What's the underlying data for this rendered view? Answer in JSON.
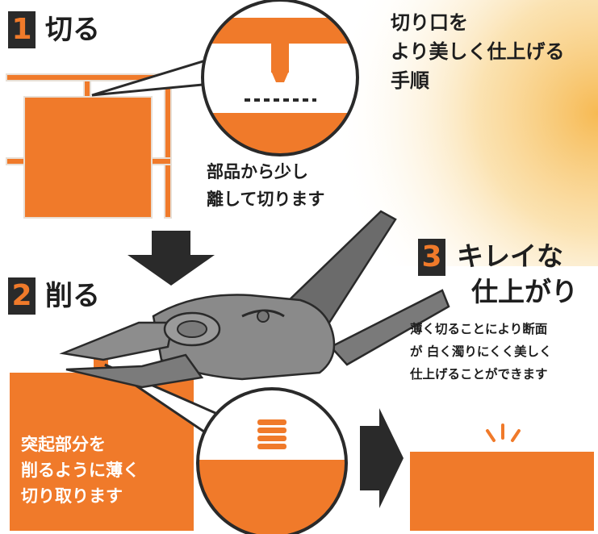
{
  "colors": {
    "accent": "#f07a2a",
    "dark": "#2a2a2a",
    "highlight": "#f8c878"
  },
  "heading": {
    "lines": [
      "切り口を",
      "より美しく仕上げる",
      "手順"
    ]
  },
  "step1": {
    "number": "1",
    "title": "切る",
    "caption_lines": [
      "部品から少し",
      "離して切ります"
    ]
  },
  "step2": {
    "number": "2",
    "title": "削る",
    "caption_lines": [
      "突起部分を",
      "削るように薄く",
      "切り取ります"
    ]
  },
  "step3": {
    "number": "3",
    "title_lines": [
      "キレイな",
      "仕上がり"
    ],
    "desc_lines": [
      "薄く切ることにより断面",
      "が 白く濁りにくく美しく",
      "仕上げることができます"
    ]
  },
  "icons": {
    "arrow_down": "arrow-down-icon",
    "arrow_right": "arrow-right-icon",
    "nippers": "nippers-icon",
    "sparkle": "sparkle-icon"
  }
}
